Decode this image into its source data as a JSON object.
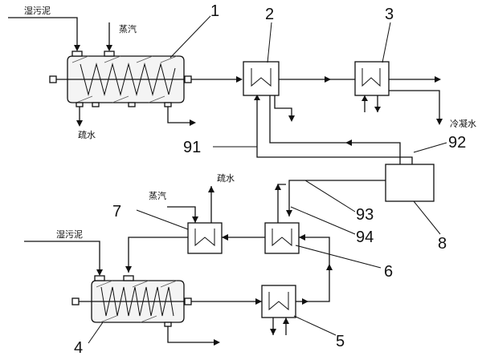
{
  "labels": {
    "wet_sludge_top": "湿污泥",
    "steam_top": "蒸汽",
    "drain_top": "疏水",
    "condensate": "冷凝水",
    "steam_bottom": "蒸汽",
    "drain_mid": "疏水",
    "wet_sludge_bottom": "湿污泥"
  },
  "numbers": {
    "n1": "1",
    "n2": "2",
    "n3": "3",
    "n4": "4",
    "n5": "5",
    "n6": "6",
    "n7": "7",
    "n8": "8",
    "n91": "91",
    "n92": "92",
    "n93": "93",
    "n94": "94"
  }
}
